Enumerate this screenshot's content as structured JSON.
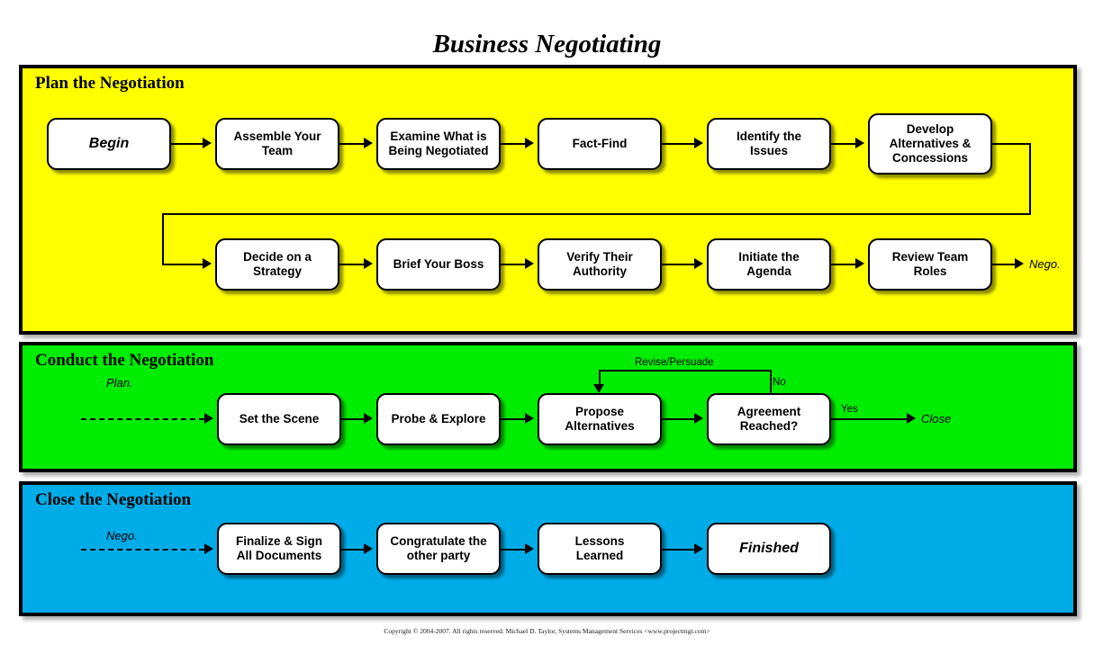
{
  "title": "Business Negotiating",
  "footer": "Copyright © 2004-2007. All rights reserved. Michael D. Taylor, Systems Management Services <www.projectmgt.com>",
  "colors": {
    "plan_bg": "#ffff00",
    "conduct_bg": "#00ec00",
    "close_bg": "#00ace8",
    "node_bg": "#ffffff",
    "border": "#000000"
  },
  "chart_data": {
    "type": "diagram",
    "title": "Business Negotiating",
    "sections": [
      {
        "id": "plan",
        "label": "Plan the Negotiation",
        "color": "#ffff00",
        "nodes": [
          "Begin",
          "Assemble Your Team",
          "Examine What is Being Negotiated",
          "Fact-Find",
          "Identify the Issues",
          "Develop Alternatives & Concessions",
          "Decide on a Strategy",
          "Brief Your Boss",
          "Verify Their Authority",
          "Initiate the Agenda",
          "Review Team Roles"
        ],
        "exit_label": "Nego."
      },
      {
        "id": "conduct",
        "label": "Conduct the Negotiation",
        "color": "#00ec00",
        "entry_label": "Plan.",
        "nodes": [
          "Set the Scene",
          "Probe & Explore",
          "Propose Alternatives",
          "Agreement Reached?"
        ],
        "edge_labels": [
          "Revise/Persuade",
          "No",
          "Yes"
        ],
        "exit_label": "Close"
      },
      {
        "id": "close",
        "label": "Close the Negotiation",
        "color": "#00ace8",
        "entry_label": "Nego.",
        "nodes": [
          "Finalize & Sign All Documents",
          "Congratulate the other party",
          "Lessons Learned",
          "Finished"
        ]
      }
    ]
  },
  "plan": {
    "label": "Plan the Negotiation",
    "row1": [
      {
        "line1": "Begin",
        "line2": ""
      },
      {
        "line1": "Assemble Your",
        "line2": "Team"
      },
      {
        "line1": "Examine What is",
        "line2": "Being Negotiated"
      },
      {
        "line1": "Fact-Find",
        "line2": ""
      },
      {
        "line1": "Identify the",
        "line2": "Issues"
      },
      {
        "line1": "Develop",
        "line2": "Alternatives &",
        "line3": "Concessions"
      }
    ],
    "row2": [
      {
        "line1": "Decide on a",
        "line2": "Strategy"
      },
      {
        "line1": "Brief Your Boss",
        "line2": ""
      },
      {
        "line1": "Verify Their",
        "line2": "Authority"
      },
      {
        "line1": "Initiate the",
        "line2": "Agenda"
      },
      {
        "line1": "Review Team",
        "line2": "Roles"
      }
    ],
    "exit_label": "Nego."
  },
  "conduct": {
    "label": "Conduct the Negotiation",
    "entry_label": "Plan.",
    "nodes": [
      {
        "line1": "Set the Scene",
        "line2": ""
      },
      {
        "line1": "Probe & Explore",
        "line2": ""
      },
      {
        "line1": "Propose",
        "line2": "Alternatives"
      },
      {
        "line1": "Agreement",
        "line2": "Reached?"
      }
    ],
    "loop_label": "Revise/Persuade",
    "no_label": "No",
    "yes_label": "Yes",
    "exit_label": "Close"
  },
  "close": {
    "label": "Close the Negotiation",
    "entry_label": "Nego.",
    "nodes": [
      {
        "line1": "Finalize & Sign",
        "line2": "All Documents"
      },
      {
        "line1": "Congratulate the",
        "line2": "other party"
      },
      {
        "line1": "Lessons",
        "line2": "Learned"
      },
      {
        "line1": "Finished",
        "line2": ""
      }
    ]
  }
}
